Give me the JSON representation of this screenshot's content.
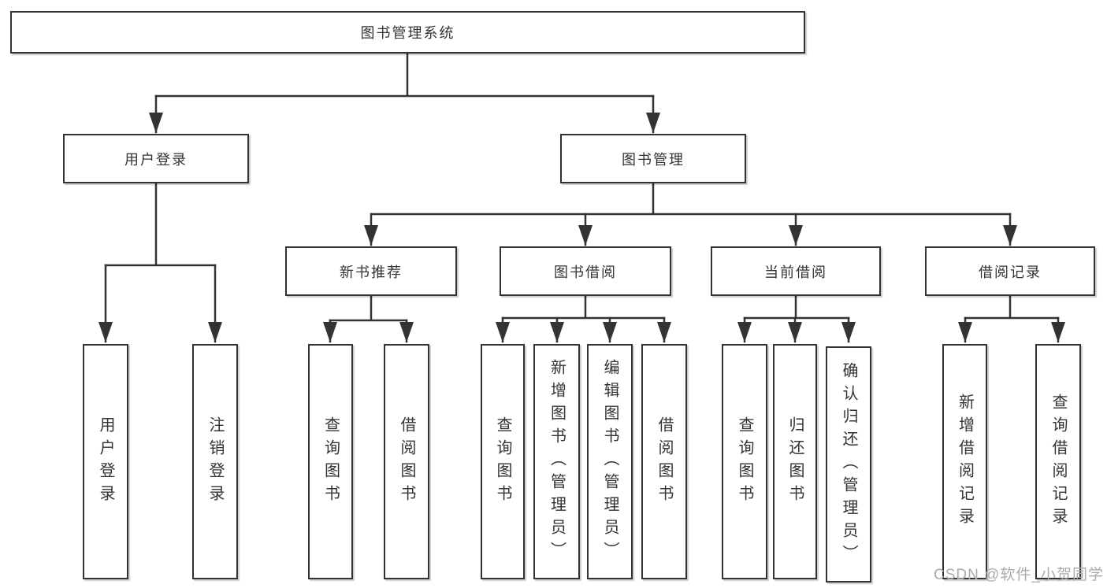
{
  "tree": {
    "root": "图书管理系统",
    "branches": [
      {
        "label": "用户登录",
        "children": [
          "用户登录",
          "注销登录"
        ]
      },
      {
        "label": "图书管理",
        "children": [
          {
            "label": "新书推荐",
            "children": [
              "查询图书",
              "借阅图书"
            ]
          },
          {
            "label": "图书借阅",
            "children": [
              "查询图书",
              "新增图书（管理员）",
              "编辑图书（管理员）",
              "借阅图书"
            ]
          },
          {
            "label": "当前借阅",
            "children": [
              "查询图书",
              "归还图书",
              "确认归还（管理员）"
            ]
          },
          {
            "label": "借阅记录",
            "children": [
              "新增借阅记录",
              "查询借阅记录"
            ]
          }
        ]
      }
    ]
  },
  "watermark": "CSDN @软件_小贺同学",
  "colors": {
    "line": "#333333",
    "box_border": "#333333",
    "text": "#333333",
    "watermark": "#ababab",
    "background": "#ffffff"
  }
}
